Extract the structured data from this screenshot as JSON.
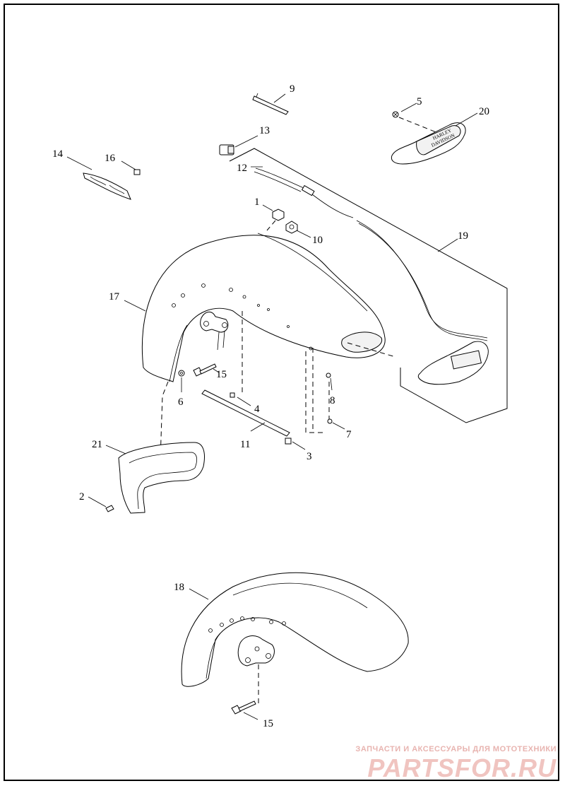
{
  "callouts": {
    "c1": "1",
    "c2": "2",
    "c3": "3",
    "c4": "4",
    "c5": "5",
    "c6": "6",
    "c7": "7",
    "c8": "8",
    "c9": "9",
    "c10": "10",
    "c11": "11",
    "c12": "12",
    "c13": "13",
    "c14": "14",
    "c15a": "15",
    "c15b": "15",
    "c16": "16",
    "c17": "17",
    "c18": "18",
    "c19": "19",
    "c20": "20",
    "c21": "21"
  },
  "watermark": {
    "caption": "ЗАПЧАСТИ И АКСЕССУАРЫ ДЛЯ МОТОТЕХНИКИ",
    "logo": "PARTSFOR.RU",
    "color": "#f0c4c0"
  },
  "emblem_text": {
    "top": "HARLEY",
    "bottom": "DAVIDSON"
  }
}
